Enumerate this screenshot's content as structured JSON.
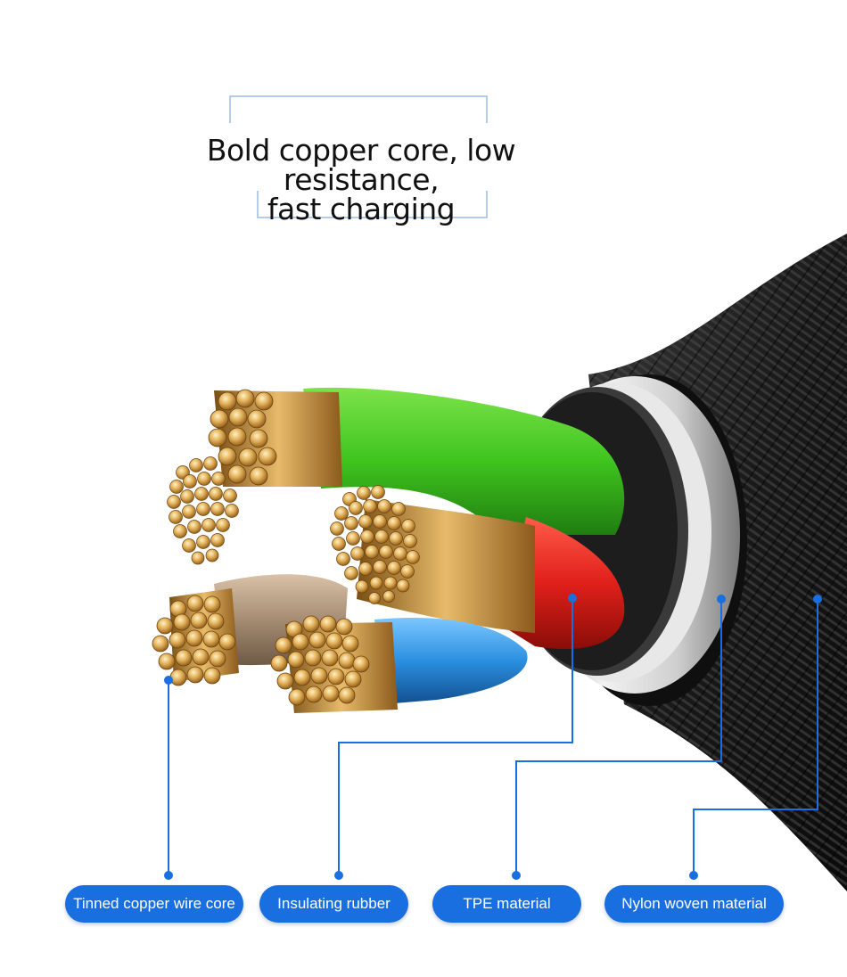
{
  "headline": {
    "line1": "Bold copper core, low resistance,",
    "line2": "fast charging"
  },
  "labels": [
    "Tinned copper wire core",
    "Insulating rubber",
    "TPE material",
    "Nylon woven material"
  ],
  "colors": {
    "accent_blue": "#1a6fe0",
    "frame_blue": "#9bbbe6",
    "copper": "#c8913e",
    "green_sheath": "#3fc41e",
    "red_sheath": "#e0201a",
    "blue_sheath": "#2b8fe0",
    "tan_sheath": "#a58c72",
    "silver_layer": "#d4d4d4",
    "braid_black": "#1b1b1b"
  }
}
